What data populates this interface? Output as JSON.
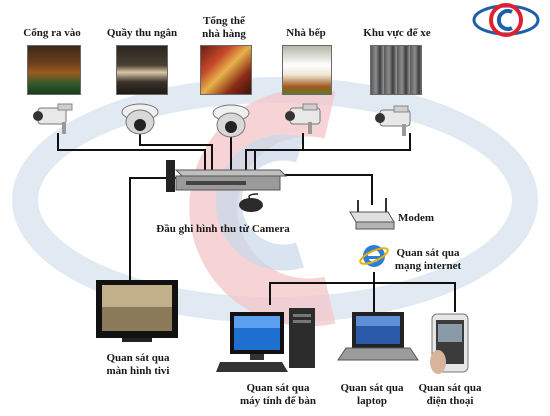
{
  "logo": {
    "letter": "C",
    "colors": {
      "ring_outer": "#e02030",
      "ring_inner": "#1f5fa8"
    }
  },
  "locations": [
    {
      "name": "entrance",
      "label": "Cổng ra vào"
    },
    {
      "name": "cashier",
      "label": "Quầy thu ngân"
    },
    {
      "name": "restaurant",
      "label": "Tổng thể\nnhà hàng"
    },
    {
      "name": "kitchen",
      "label": "Nhà bếp"
    },
    {
      "name": "parking",
      "label": "Khu vực để xe"
    }
  ],
  "devices": {
    "dvr": {
      "label": "Đầu ghi hình thu từ Camera"
    },
    "modem": {
      "label": "Modem"
    },
    "internet": {
      "label": "Quan sát qua\nmạng internet"
    },
    "tv": {
      "label": "Quan sát qua\nmàn hình tivi"
    },
    "desktop": {
      "label": "Quan sát qua\nmáy tính để bàn"
    },
    "laptop": {
      "label": "Quan sát qua\nlaptop"
    },
    "phone": {
      "label": "Quan sát qua\nđiện thoại"
    }
  },
  "colors": {
    "cable": "#111111",
    "watermark_red": "#f3c6c8",
    "watermark_blue": "#c9d8ea"
  }
}
